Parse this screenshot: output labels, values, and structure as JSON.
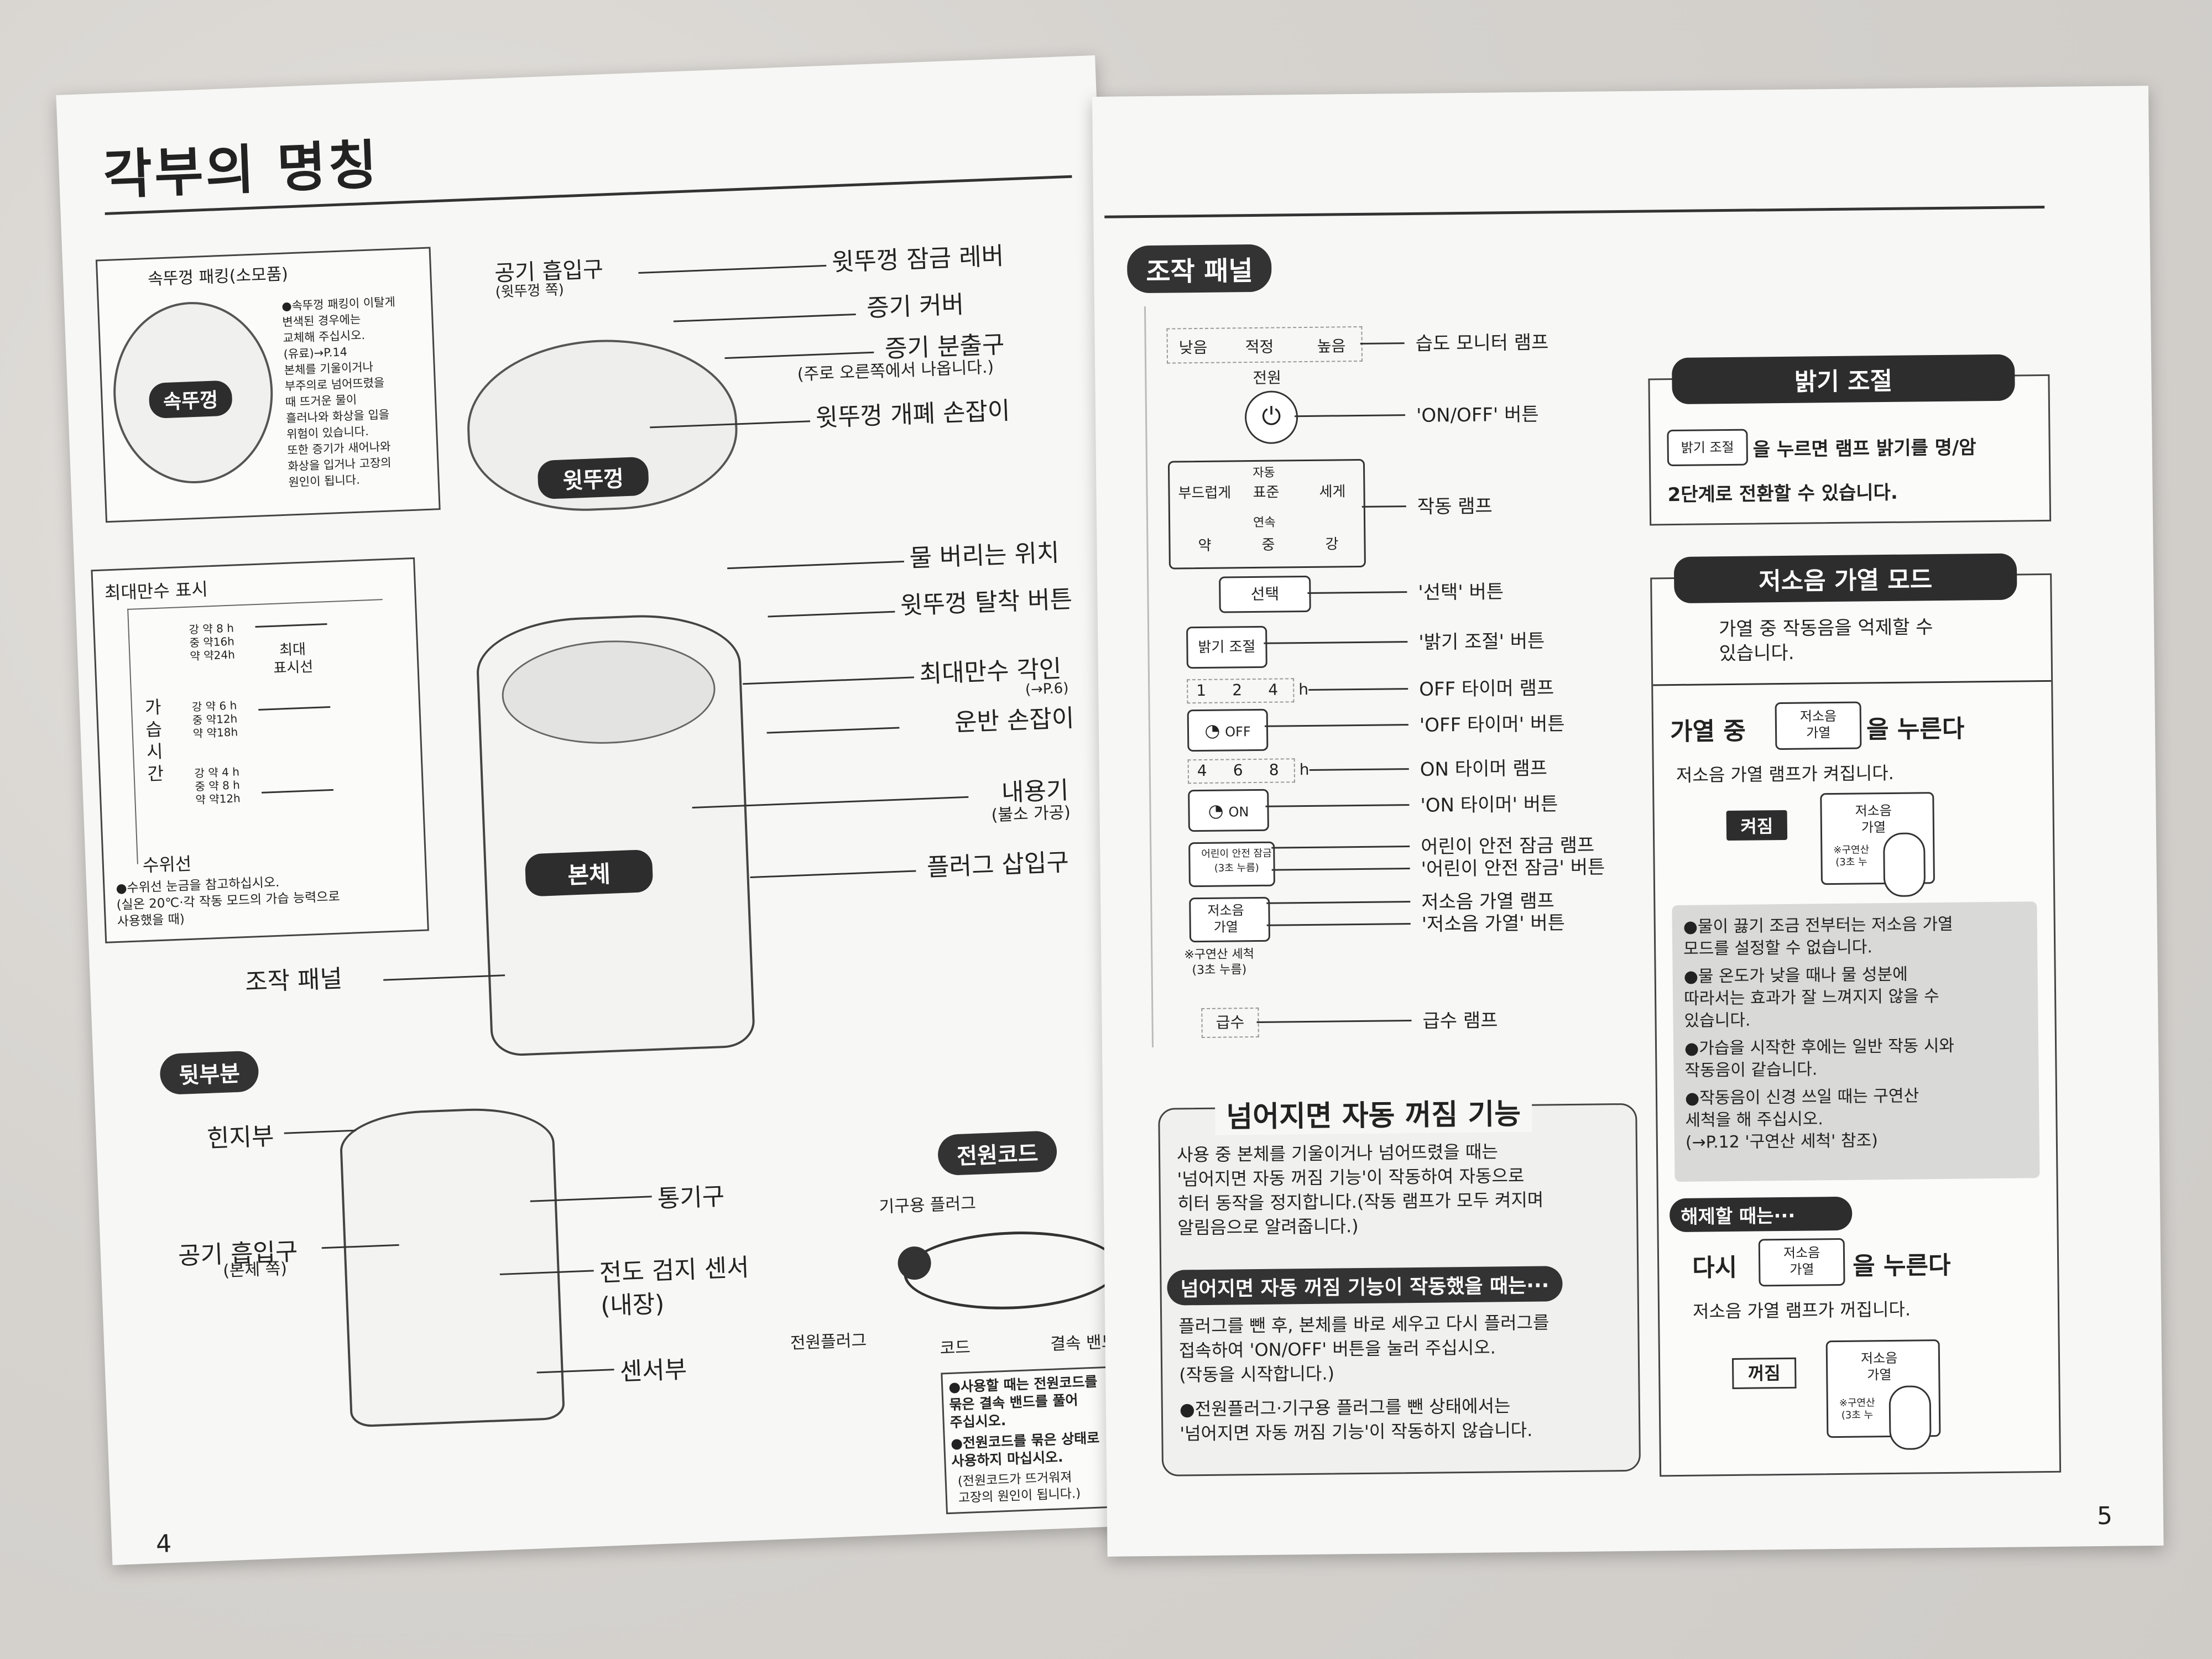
{
  "left_page": {
    "title": "각부의 명칭",
    "page_number": "4",
    "inner_lid": {
      "label": "속뚜껑",
      "callout": "속뚜껑 패킹(소모품)",
      "note": [
        "●속뚜껑 패킹이 이탈게",
        "변색된 경우에는",
        "교체해 주십시오.",
        "(유료)→P.14",
        "본체를 기울이거나",
        "부주의로 넘어뜨렸을",
        "때 뜨거운 물이",
        "흘러나와 화상을 입을",
        "위험이 있습니다.",
        "또한 증기가 새어나와",
        "화상을 입거나 고장의",
        "원인이 됩니다."
      ]
    },
    "top_lid": {
      "label": "윗뚜껑",
      "air_inlet": "공기 흡입구",
      "air_inlet_sub": "(윗뚜껑 쪽)",
      "lock_lever": "윗뚜껑 잠금 레버",
      "steam_cover": "증기 커버",
      "steam_outlet": "증기 분출구",
      "steam_outlet_sub": "(주로 오른쪽에서 나옵니다.)",
      "handle": "윗뚜껑 개폐 손잡이"
    },
    "body": {
      "label": "본체",
      "water_discard": "물 버리는 위치",
      "detach_button": "윗뚜껑 탈착 버튼",
      "max_level": "최대만수 각인",
      "max_level_ref": "(→P.6)",
      "carry_handle": "운반 손잡이",
      "inner_container": "내용기",
      "inner_container_sub": "(불소 가공)",
      "plug_inlet": "플러그 삽입구",
      "control_panel": "조작 패널"
    },
    "level_inset": {
      "title": "최대만수 표시",
      "max_label": "최대\n표시선",
      "vertical_label": "가\n습\n시\n간",
      "rows": [
        [
          "강 약 8 h",
          "중 약16h",
          "약 약24h"
        ],
        [
          "강 약 6 h",
          "중 약12h",
          "약 약18h"
        ],
        [
          "강 약 4 h",
          "중 약 8 h",
          "약 약12h"
        ]
      ],
      "water_line": "수위선",
      "note": "●수위선 눈금을 참고하십시오.\n(실온 20℃·각 작동 모드의 가습 능력으로\n사용했을 때)"
    },
    "back": {
      "title": "뒷부분",
      "hinge": "힌지부",
      "vent": "통기구",
      "air_inlet": "공기 흡입구",
      "air_inlet_sub": "(본체 쪽)",
      "sensor": "전도 검지 센서",
      "sensor_sub": "(내장)",
      "sensor_part": "센서부"
    },
    "cord": {
      "title": "전원코드",
      "appliance_plug": "기구용 플러그",
      "power_plug": "전원플러그",
      "cord": "코드",
      "band": "결속 밴드",
      "notes": [
        "●사용할 때는 전원코드를\n묶은 결속 밴드를 풀어\n주십시오.",
        "●전원코드를 묶은 상태로\n사용하지 마십시오.",
        "(전원코드가 뜨거워져\n고장의 원인이 됩니다.)"
      ]
    }
  },
  "right_page": {
    "page_number": "5",
    "panel": {
      "title": "조작 패널",
      "humidity_levels": [
        "낮음",
        "적정",
        "높음"
      ],
      "humidity_lamp": "습도 모니터 램프",
      "power_label": "전원",
      "onoff_button": "'ON/OFF' 버튼",
      "auto_label": "자동",
      "auto_modes": [
        "부드럽게",
        "표준",
        "세게"
      ],
      "cont_label": "연속",
      "cont_modes": [
        "약",
        "중",
        "강"
      ],
      "operation_lamp": "작동 램프",
      "select_key": "선택",
      "select_button": "'선택' 버튼",
      "bright_key": "밝기 조절",
      "bright_button": "'밝기 조절' 버튼",
      "off_timer_hours": [
        "1",
        "2",
        "4",
        "h"
      ],
      "off_timer_lamp": "OFF 타이머 램프",
      "off_timer_key": "OFF",
      "off_timer_button": "'OFF 타이머' 버튼",
      "on_timer_hours": [
        "4",
        "6",
        "8",
        "h"
      ],
      "on_timer_lamp": "ON 타이머 램프",
      "on_timer_key": "ON",
      "on_timer_button": "'ON 타이머' 버튼",
      "child_key": "어린이 안전 잠금\n(3초 누름)",
      "child_lamp": "어린이 안전 잠금 램프",
      "child_button": "'어린이 안전 잠금' 버튼",
      "quiet_key": "저소음\n가열",
      "quiet_lamp": "저소음 가열 램프",
      "quiet_button": "'저소음 가열' 버튼",
      "citric_note": "※구연산 세척\n(3초 누름)",
      "supply_key": "급수",
      "supply_lamp": "급수 램프"
    },
    "tip_over": {
      "title": "넘어지면 자동 꺼짐 기능",
      "body": "사용 중 본체를 기울이거나 넘어뜨렸을 때는\n'넘어지면 자동 꺼짐 기능'이 작동하여 자동으로\n히터 동작을 정지합니다.(작동 램프가 모두 켜지며\n알림음으로 알려줍니다.)",
      "sub_title": "넘어지면 자동 꺼짐 기능이 작동했을 때는···",
      "sub_body": "플러그를 뺀 후, 본체를 바로 세우고 다시 플러그를\n접속하여 'ON/OFF' 버튼을 눌러 주십시오.\n(작동을 시작합니다.)",
      "sub_note": "●전원플러그·기구용 플러그를 뺀 상태에서는\n'넘어지면 자동 꺼짐 기능'이 작동하지 않습니다."
    },
    "brightness": {
      "title": "밝기 조절",
      "key": "밝기 조절",
      "line1": "을 누르면 램프 밝기를 명/암",
      "line2": "2단계로 전환할 수 있습니다."
    },
    "quiet": {
      "title": "저소음 가열 모드",
      "intro": "가열 중 작동음을 억제할 수\n있습니다.",
      "step_prefix": "가열 중",
      "key": "저소음\n가열",
      "step_suffix": "을 누른다",
      "lamp_on": "저소음 가열 램프가 켜집니다.",
      "on_badge": "켜짐",
      "citric_short": "※구연산\n(3초 누",
      "notes": [
        "●물이 끓기 조금 전부터는 저소음 가열\n모드를 설정할 수 없습니다.",
        "●물 온도가 낮을 때나 물 성분에\n따라서는 효과가 잘 느껴지지 않을 수\n있습니다.",
        "●가습을 시작한 후에는 일반 작동 시와\n작동음이 같습니다.",
        "●작동음이 신경 쓰일 때는 구연산\n세척을 해 주십시오.\n(→P.12 '구연산 세척' 참조)"
      ],
      "cancel_title": "해제할 때는···",
      "cancel_prefix": "다시",
      "cancel_suffix": "을 누른다",
      "lamp_off": "저소음 가열 램프가 꺼집니다.",
      "off_badge": "꺼짐"
    }
  }
}
